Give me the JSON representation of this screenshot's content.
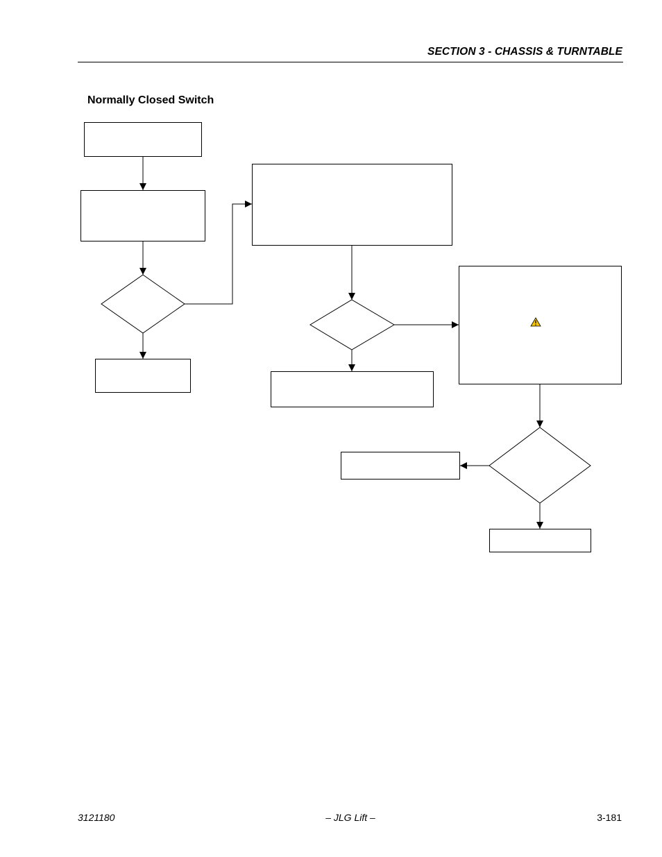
{
  "header": {
    "section_title": "SECTION 3 - CHASSIS & TURNTABLE"
  },
  "heading": "Normally Closed Switch",
  "diagram": {
    "icons": [
      "warning-icon"
    ],
    "colors": {
      "warning_fill": "#f5c400",
      "line": "#000000",
      "box_fill": "#ffffff"
    }
  },
  "footer": {
    "doc_number": "3121180",
    "publisher": "– JLG Lift –",
    "page_number": "3-181"
  }
}
